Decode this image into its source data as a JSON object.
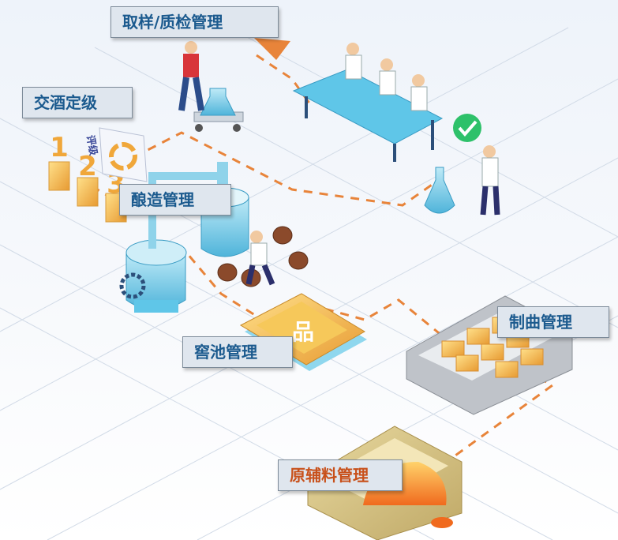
{
  "stages": {
    "sampling": "取样/质检管理",
    "grading": "交酒定级",
    "brewing": "酿造管理",
    "pit": "窖池管理",
    "koji": "制曲管理",
    "materials": "原辅料管理"
  },
  "decor": {
    "rank_1": "1",
    "rank_2": "2",
    "rank_3": "3",
    "board_text": "评级",
    "pit_glyph": "品"
  },
  "colors": {
    "label_blue": "#1b5a8e",
    "label_orange": "#c8501a",
    "flow_dash": "#e8843a",
    "equipment": "#5fc6e8",
    "gold": "#f0b84a"
  }
}
